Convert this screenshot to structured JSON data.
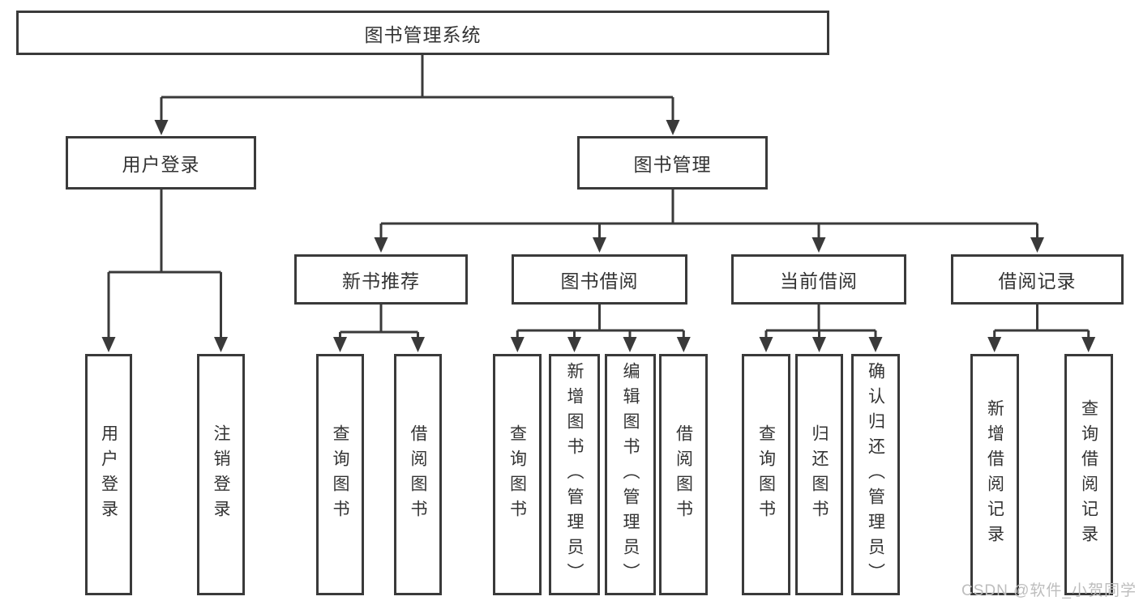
{
  "diagram": {
    "root": {
      "label": "图书管理系统"
    },
    "user_branch": {
      "label": "用户登录",
      "leaves": [
        {
          "label": "用户登录"
        },
        {
          "label": "注销登录"
        }
      ]
    },
    "mgmt_branch": {
      "label": "图书管理",
      "groups": [
        {
          "label": "新书推荐",
          "leaves": [
            {
              "label": "查询图书"
            },
            {
              "label": "借阅图书"
            }
          ]
        },
        {
          "label": "图书借阅",
          "leaves": [
            {
              "label": "查询图书"
            },
            {
              "label": "新增图书（管理员）"
            },
            {
              "label": "编辑图书（管理员）"
            },
            {
              "label": "借阅图书"
            }
          ]
        },
        {
          "label": "当前借阅",
          "leaves": [
            {
              "label": "查询图书"
            },
            {
              "label": "归还图书"
            },
            {
              "label": "确认归还（管理员）"
            }
          ]
        },
        {
          "label": "借阅记录",
          "leaves": [
            {
              "label": "新增借阅记录"
            },
            {
              "label": "查询借阅记录"
            }
          ]
        }
      ]
    }
  },
  "watermark": {
    "text": "CSDN @软件_小贺同学"
  },
  "colors": {
    "line": "#3a3a3a",
    "box_border": "#3a3a3a",
    "background": "#ffffff",
    "watermark": "#bdbdbd"
  }
}
